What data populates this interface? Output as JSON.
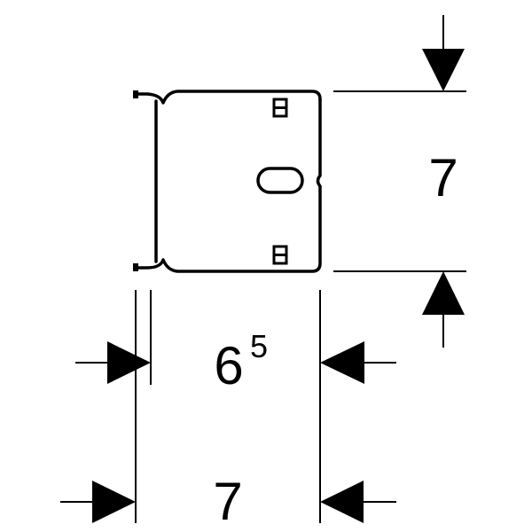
{
  "dimensions": {
    "height": {
      "value": "7"
    },
    "inner_width": {
      "value": "6",
      "superscript": "5"
    },
    "outer_width": {
      "value": "7"
    }
  },
  "colors": {
    "line": "#000000",
    "background": "#ffffff"
  }
}
